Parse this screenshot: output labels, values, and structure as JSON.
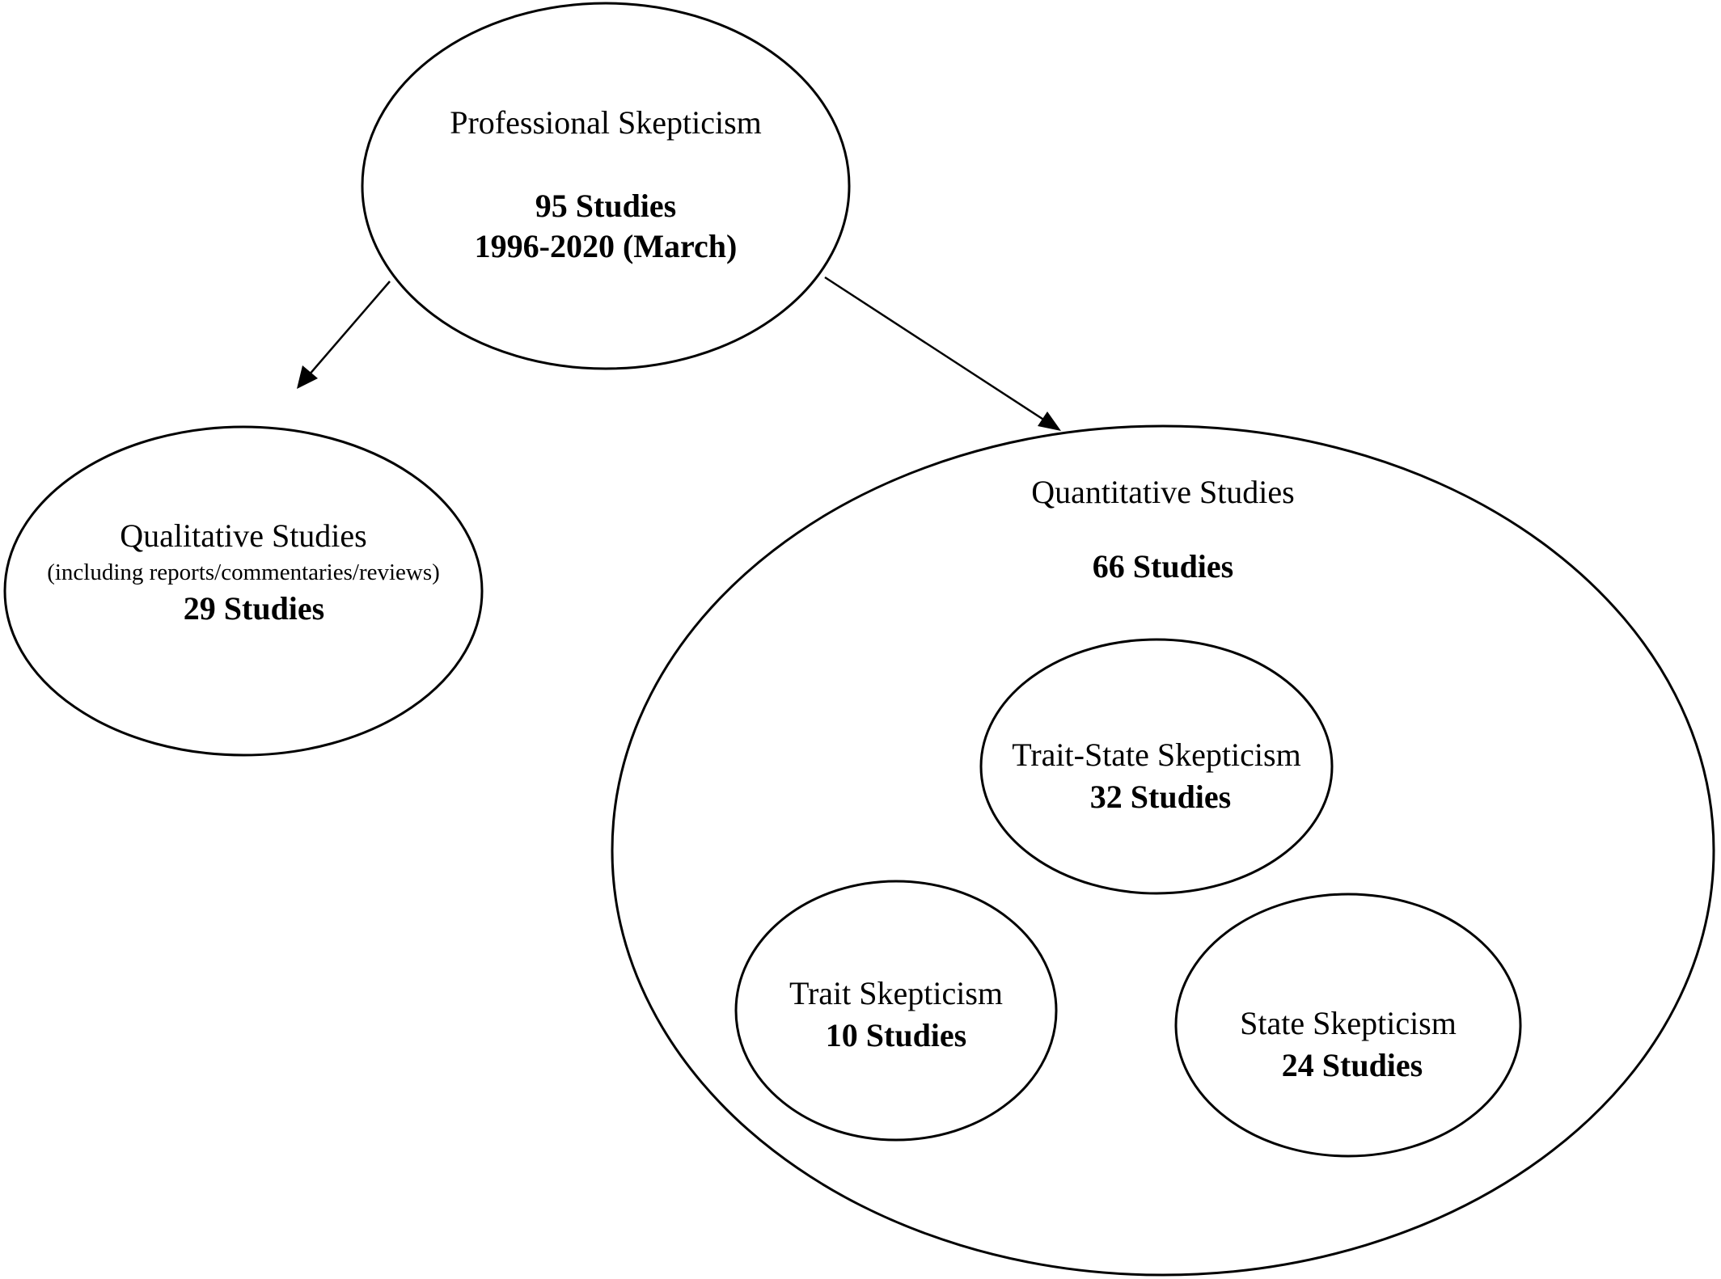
{
  "nodes": {
    "professional": {
      "title": "Professional Skepticism",
      "count": "95 Studies",
      "period": "1996-2020 (March)"
    },
    "qualitative": {
      "title": "Qualitative Studies",
      "note": "(including reports/commentaries/reviews)",
      "count": "29 Studies"
    },
    "quantitative": {
      "title": "Quantitative Studies",
      "count": "66 Studies"
    },
    "trait_state": {
      "title": "Trait-State Skepticism",
      "count": "32 Studies"
    },
    "trait": {
      "title": "Trait Skepticism",
      "count": "10 Studies"
    },
    "state": {
      "title": "State Skepticism",
      "count": "24 Studies"
    }
  }
}
